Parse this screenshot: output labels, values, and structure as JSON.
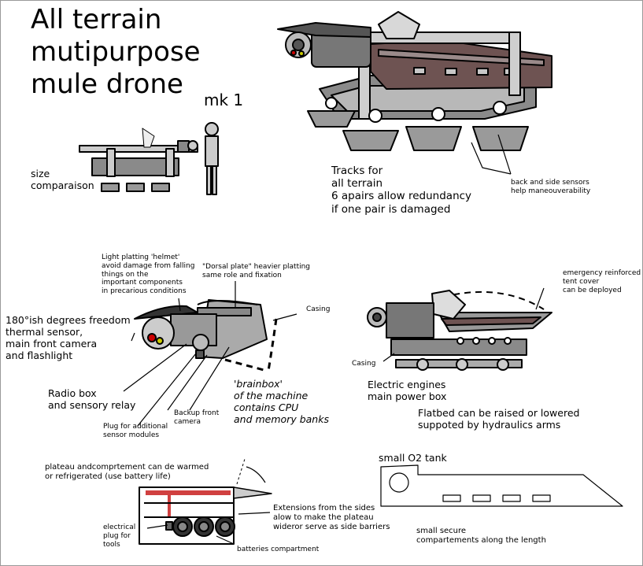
{
  "title": "All terrain\nmutipurpose\nmule drone",
  "version": "mk 1",
  "labels": {
    "size": "size\ncomparaison",
    "tracks": "Tracks for\nall terrain\n6 apairs allow redundancy\n if one pair is damaged",
    "sensors": "back and side sensors\nhelp maneouverability",
    "helmet": "Light platting 'helmet'\navoid damage from falling\nthings on the\nimportant components\nin precarious conditions",
    "dorsal": "\"Dorsal plate\" heavier platting\nsame role and fixation",
    "casing1": "Casing",
    "freedom": "180°ish degrees freedom\nthermal sensor,\nmain front camera\nand flashlight",
    "radio": "Radio box\nand sensory relay",
    "plug": "Plug for additional\nsensor modules",
    "backup": "Backup front\ncamera",
    "brainbox": "'brainbox'\nof the machine\ncontains CPU\nand memory banks",
    "tent": "emergency reinforced\ntent cover\ncan be deployed",
    "casing2": "Casing",
    "engines": "Electric engines\nmain power box",
    "flatbed": "Flatbed can be raised or lowered\nsuppoted by hydraulics arms",
    "plateau": "plateau andcomprtement can de warmed\nor refrigerated (use battery life)",
    "extensions": "Extensions from the sides\nalow to make the plateau\nwideror serve as side barriers",
    "electrical": "electrical\nplug for\ntools",
    "batteries": "batteries compartment",
    "o2": "small O2 tank",
    "secure": "small secure\ncompartements along the length"
  }
}
